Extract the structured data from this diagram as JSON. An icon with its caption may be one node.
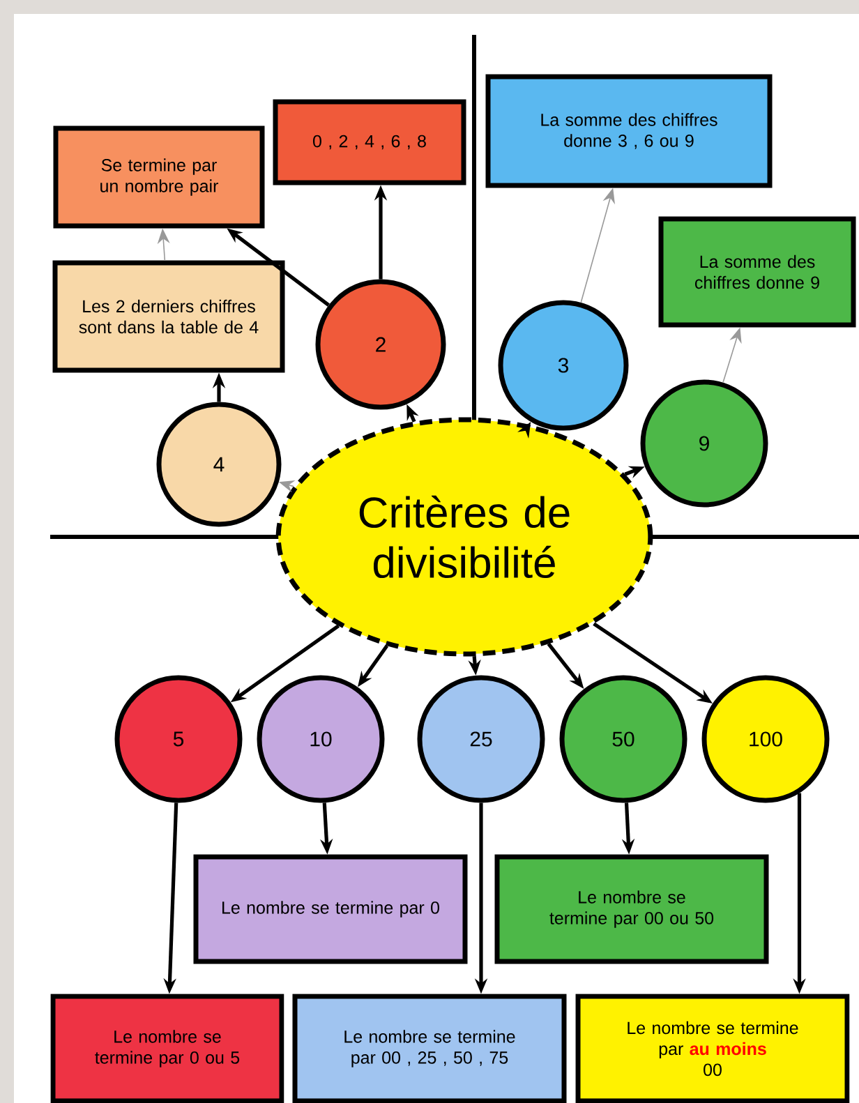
{
  "diagram": {
    "nodes": [
      {
        "text": [
          "Critères de divisibilité"
        ]
      },
      {
        "text": [
          "4"
        ]
      },
      {
        "text": [
          "2"
        ]
      },
      {
        "text": [
          "3"
        ]
      },
      {
        "text": [
          "9"
        ]
      },
      {
        "text": [
          "Se termine par un nombre pair"
        ]
      },
      {
        "text": [
          "0 , 2 , 4 , 6 , 8"
        ]
      },
      {
        "text": [
          "Les 2 derniers chiffres sont dans la table de 4"
        ]
      },
      {
        "text": [
          "La somme des chiffres donne 3 , 6 ou 9"
        ]
      },
      {
        "text": [
          "La somme des chiffres donne 9"
        ]
      },
      {
        "text": [
          "5"
        ]
      },
      {
        "text": [
          "10"
        ]
      },
      {
        "text": [
          "25"
        ]
      },
      {
        "text": [
          "50"
        ]
      },
      {
        "text": [
          "100"
        ]
      },
      {
        "text": [
          "Le nombre se termine par 0"
        ]
      },
      {
        "text": [
          "Le nombre se termine par 00 ou 50"
        ]
      },
      {
        "text": [
          "Le nombre se termine par 0 ou 5"
        ]
      },
      {
        "text": [
          "Le nombre se termine par 00 , 25 , 50 , 75"
        ]
      },
      {
        "text": [
          "Le nombre se termine par",
          "au moins",
          "00"
        ]
      }
    ],
    "edges": [
      {
        "from": 0,
        "to": 1,
        "arrow": "to",
        "color": "#999999"
      },
      {
        "from": 0,
        "to": 2,
        "arrow": "to"
      },
      {
        "from": 0,
        "to": 3,
        "arrow": "to"
      },
      {
        "from": 0,
        "to": 4,
        "arrow": "to"
      },
      {
        "from": 1,
        "to": 7,
        "arrow": "to"
      },
      {
        "from": 7,
        "to": 5,
        "arrow": "to",
        "color": "#999999"
      },
      {
        "from": 2,
        "to": 5,
        "arrow": "to"
      },
      {
        "from": 2,
        "to": 6,
        "arrow": "to"
      },
      {
        "from": 3,
        "to": 8,
        "arrow": "to",
        "color": "#999999"
      },
      {
        "from": 4,
        "to": 9,
        "arrow": "to",
        "color": "#999999"
      },
      {
        "from": 0,
        "to": 10,
        "arrow": "to"
      },
      {
        "from": 0,
        "to": 11,
        "arrow": "to"
      },
      {
        "from": 0,
        "to": 12,
        "arrow": "to"
      },
      {
        "from": 0,
        "to": 13,
        "arrow": "to"
      },
      {
        "from": 0,
        "to": 14,
        "arrow": "to"
      },
      {
        "from": 10,
        "to": 17,
        "arrow": "to"
      },
      {
        "from": 11,
        "to": 15,
        "arrow": "to"
      },
      {
        "from": 12,
        "to": 18,
        "arrow": "to"
      },
      {
        "from": 13,
        "to": 16,
        "arrow": "to"
      },
      {
        "from": 14,
        "to": 19,
        "arrow": "to"
      }
    ]
  }
}
